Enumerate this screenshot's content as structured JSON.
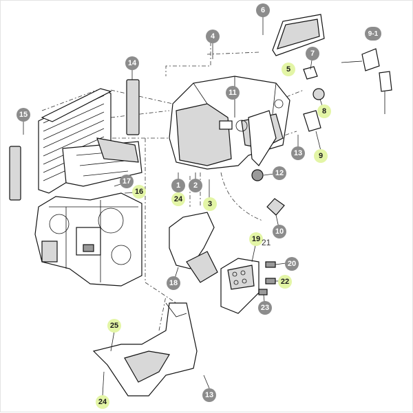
{
  "callouts": [
    {
      "label": "1"
    },
    {
      "label": "2"
    },
    {
      "label": "3"
    },
    {
      "label": "4"
    },
    {
      "label": "5"
    },
    {
      "label": "6"
    },
    {
      "label": "7"
    },
    {
      "label": "8"
    },
    {
      "label": "9"
    },
    {
      "label": "9-1"
    },
    {
      "label": "10"
    },
    {
      "label": "11"
    },
    {
      "label": "12"
    },
    {
      "label": "13"
    },
    {
      "label": "13"
    },
    {
      "label": "14"
    },
    {
      "label": "15"
    },
    {
      "label": "16"
    },
    {
      "label": "17"
    },
    {
      "label": "18"
    },
    {
      "label": "19"
    },
    {
      "label": "20"
    },
    {
      "label": "21"
    },
    {
      "label": "22"
    },
    {
      "label": "23"
    },
    {
      "label": "24"
    },
    {
      "label": "24"
    },
    {
      "label": "25"
    }
  ],
  "colors": {
    "grey_callout": "#8c8c8c",
    "green_callout": "#e3f5a6"
  }
}
